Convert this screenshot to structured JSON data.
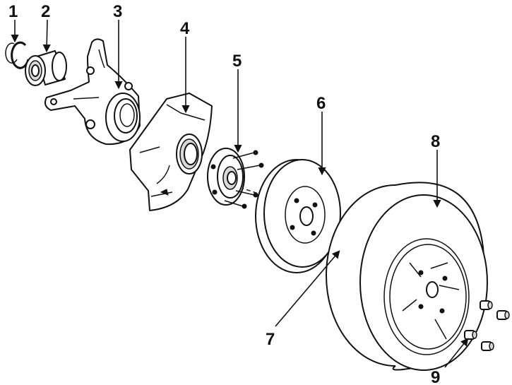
{
  "callouts": [
    {
      "id": 1,
      "label": "1"
    },
    {
      "id": 2,
      "label": "2"
    },
    {
      "id": 3,
      "label": "3"
    },
    {
      "id": 4,
      "label": "4"
    },
    {
      "id": 5,
      "label": "5"
    },
    {
      "id": 6,
      "label": "6"
    },
    {
      "id": 7,
      "label": "7"
    },
    {
      "id": 8,
      "label": "8"
    },
    {
      "id": 9,
      "label": "9"
    }
  ],
  "colors": {
    "ink": "#111111",
    "paper": "#ffffff",
    "shade": "#d8d8d8"
  }
}
